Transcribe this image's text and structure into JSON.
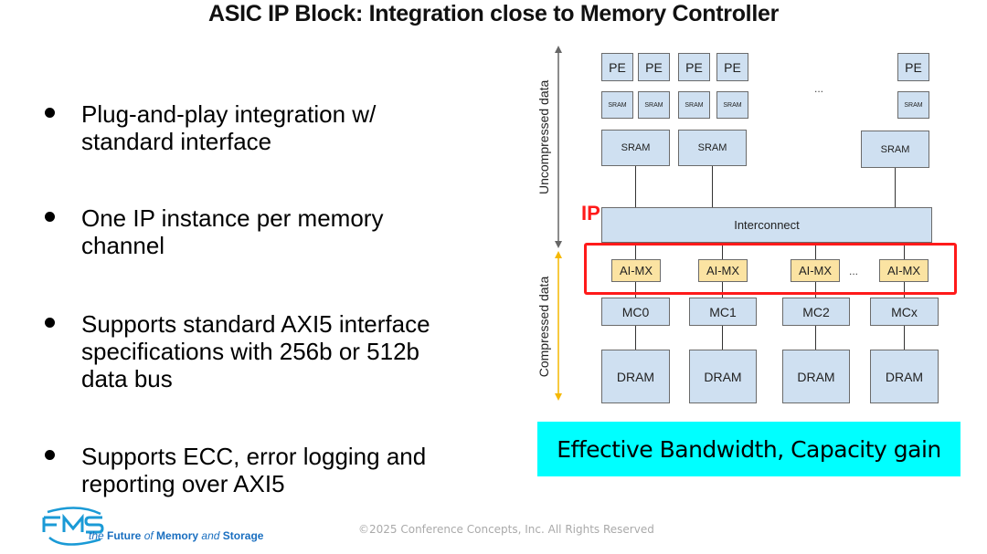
{
  "slide": {
    "title": "ASIC IP Block: Integration close to Memory Controller",
    "bullets": [
      "Plug-and-play integration w/ standard interface",
      "One IP instance per memory channel",
      "Supports standard AXI5 interface specifications with 256b or 512b data bus",
      "Supports ECC, error logging and reporting over AXI5"
    ],
    "footer": "©2025 Conference Concepts, Inc. All Rights Reserved"
  },
  "logo": {
    "mark": "FMS",
    "tagline_parts": [
      "the ",
      "Future",
      " of ",
      "Memory",
      " and ",
      "Storage"
    ]
  },
  "diagram": {
    "uncompressed_label": "Uncompressed  data",
    "compressed_label": "Compressed  data",
    "ip_label": "IP",
    "pe_labels": [
      "PE",
      "PE",
      "PE",
      "PE",
      "PE"
    ],
    "tiny_sram_labels": [
      "SRAM",
      "SRAM",
      "SRAM",
      "SRAM",
      "SRAM"
    ],
    "sram_labels": [
      "SRAM",
      "SRAM",
      "SRAM"
    ],
    "ellipsis": "...",
    "interconnect": "Interconnect",
    "aimx_labels": [
      "AI-MX",
      "AI-MX",
      "AI-MX",
      "AI-MX"
    ],
    "mc_labels": [
      "MC0",
      "MC1",
      "MC2",
      "MCx"
    ],
    "dram_labels": [
      "DRAM",
      "DRAM",
      "DRAM",
      "DRAM"
    ],
    "colors": {
      "box_fill": "#cfe0f1",
      "aimx_fill": "#fbe3a2",
      "ip_highlight": "#ff1a1a",
      "uncompressed_arrow": "#666666",
      "compressed_arrow": "#f5b800"
    }
  },
  "callout": {
    "text": "Effective Bandwidth, Capacity gain",
    "color": "#00ffff"
  }
}
